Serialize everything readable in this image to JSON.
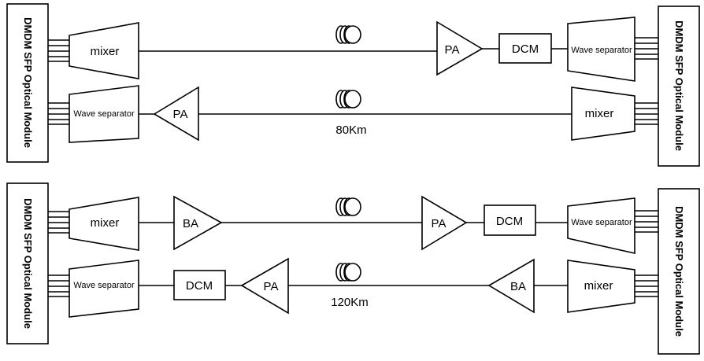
{
  "module_label": "DMDM SFP Optical Module",
  "systems": [
    {
      "distance": "80Km",
      "row1": {
        "mixer": "mixer",
        "pa": "PA",
        "dcm": "DCM",
        "wave_sep": "Wave separator"
      },
      "row2": {
        "wave_sep": "Wave separator",
        "pa": "PA",
        "mixer": "mixer"
      }
    },
    {
      "distance": "120Km",
      "row1": {
        "mixer": "mixer",
        "ba": "BA",
        "pa": "PA",
        "dcm": "DCM",
        "wave_sep": "Wave separator"
      },
      "row2": {
        "wave_sep": "Wave separator",
        "dcm": "DCM",
        "pa": "PA",
        "ba": "BA",
        "mixer": "mixer"
      }
    }
  ]
}
